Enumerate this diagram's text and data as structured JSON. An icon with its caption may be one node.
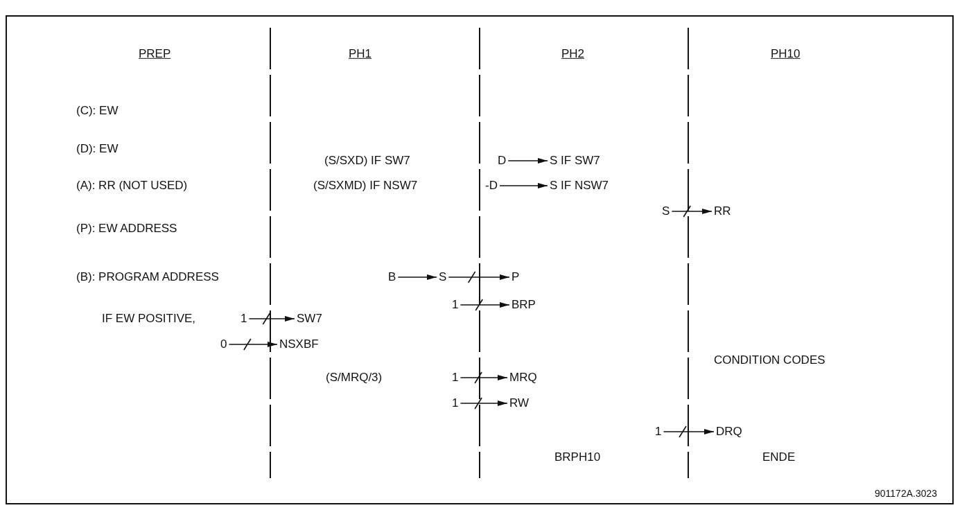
{
  "diagram": {
    "nodes": [
      {
        "text": [
          "D"
        ]
      },
      {
        "text": [
          "S IF SW7"
        ]
      },
      {
        "text": [
          "-D"
        ]
      },
      {
        "text": [
          "S IF NSW7"
        ]
      },
      {
        "text": [
          "S"
        ]
      },
      {
        "text": [
          "RR"
        ]
      },
      {
        "text": [
          "B"
        ]
      },
      {
        "text": [
          "S"
        ]
      },
      {
        "text": [
          "P"
        ]
      },
      {
        "text": [
          "1"
        ]
      },
      {
        "text": [
          "BRP"
        ]
      },
      {
        "text": [
          "1"
        ]
      },
      {
        "text": [
          "SW7"
        ]
      },
      {
        "text": [
          "0"
        ]
      },
      {
        "text": [
          "NSXBF"
        ]
      },
      {
        "text": [
          "1"
        ]
      },
      {
        "text": [
          "MRQ"
        ]
      },
      {
        "text": [
          "1"
        ]
      },
      {
        "text": [
          "RW"
        ]
      },
      {
        "text": [
          "1"
        ]
      },
      {
        "text": [
          "DRQ"
        ]
      }
    ],
    "edges": [
      {
        "from": 0,
        "to": 1,
        "arrow": "to"
      },
      {
        "from": 2,
        "to": 3,
        "arrow": "to"
      },
      {
        "from": 4,
        "to": 5,
        "arrow": "to"
      },
      {
        "from": 6,
        "to": 7,
        "arrow": "to"
      },
      {
        "from": 7,
        "to": 8,
        "arrow": "to"
      },
      {
        "from": 9,
        "to": 10,
        "arrow": "to"
      },
      {
        "from": 11,
        "to": 12,
        "arrow": "to"
      },
      {
        "from": 13,
        "to": 14,
        "arrow": "to"
      },
      {
        "from": 15,
        "to": 16,
        "arrow": "to"
      },
      {
        "from": 17,
        "to": 18,
        "arrow": "to"
      },
      {
        "from": 19,
        "to": 20,
        "arrow": "to"
      }
    ],
    "labels": [
      "PREP",
      "PH1",
      "PH2",
      "PH10",
      "(C): EW",
      "(D): EW",
      "(S/SXD) IF SW7",
      "(A): RR (NOT USED)",
      "(S/SXMD) IF NSW7",
      "(P): EW ADDRESS",
      "(B): PROGRAM ADDRESS",
      "IF EW POSITIVE,",
      "CONDITION CODES",
      "(S/MRQ/3)",
      "BRPH10",
      "ENDE",
      "901172A.3023"
    ]
  }
}
